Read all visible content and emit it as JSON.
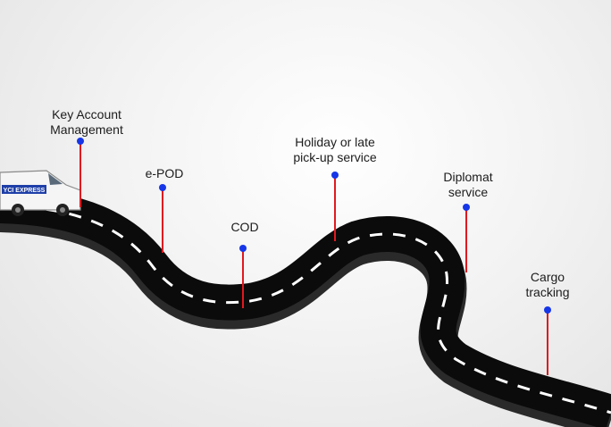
{
  "milestones": [
    {
      "id": "key-account",
      "line1": "Key Account",
      "line2": "Management"
    },
    {
      "id": "epod",
      "line1": "e-POD",
      "line2": ""
    },
    {
      "id": "cod",
      "line1": "COD",
      "line2": ""
    },
    {
      "id": "holiday",
      "line1": "Holiday or late",
      "line2": "pick-up service"
    },
    {
      "id": "diplomat",
      "line1": "Diplomat",
      "line2": "service"
    },
    {
      "id": "cargo",
      "line1": "Cargo",
      "line2": "tracking"
    }
  ],
  "van": {
    "brand_text": "YCI EXPRESS"
  },
  "colors": {
    "road": "#0b0b0b",
    "road_side": "#2a2a2a",
    "lane_mark": "#ffffff",
    "pin_line": "#e0191f",
    "pin_dot": "#1636e8",
    "brand_blue": "#1e3fa8"
  }
}
